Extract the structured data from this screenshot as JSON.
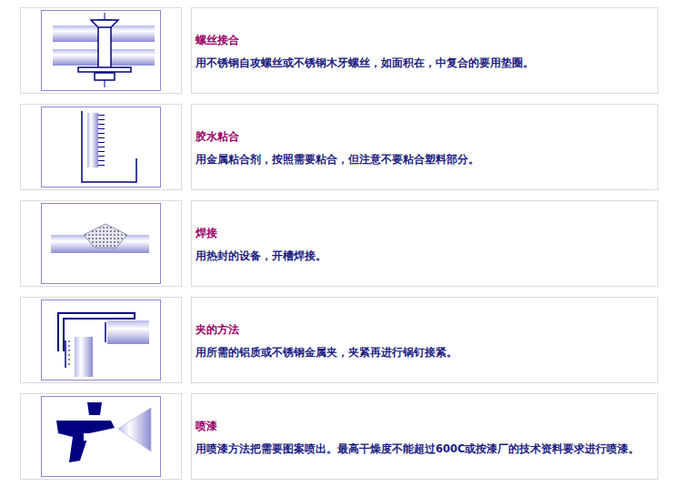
{
  "diagram": {
    "nodes": [
      {
        "text": [
          "螺丝接合",
          "用不锈钢自攻螺丝或不锈钢木牙螺丝，如面积在，中复合的要用垫圈。"
        ]
      },
      {
        "text": [
          "胶水粘合",
          "用金属粘合剂，按照需要粘合，但注意不要粘合塑料部分。"
        ]
      },
      {
        "text": [
          "焊接",
          "用热封的设备，开槽焊接。"
        ]
      },
      {
        "text": [
          "夹的方法",
          "用所需的铝质或不锈钢金属夹，夹紧再进行锅钉接紧。"
        ]
      },
      {
        "text": [
          "喷漆",
          "用喷漆方法把需要图案喷出。最高干燥度不能超过600C或按漆厂的技术资料要求进行喷漆。"
        ]
      }
    ]
  }
}
